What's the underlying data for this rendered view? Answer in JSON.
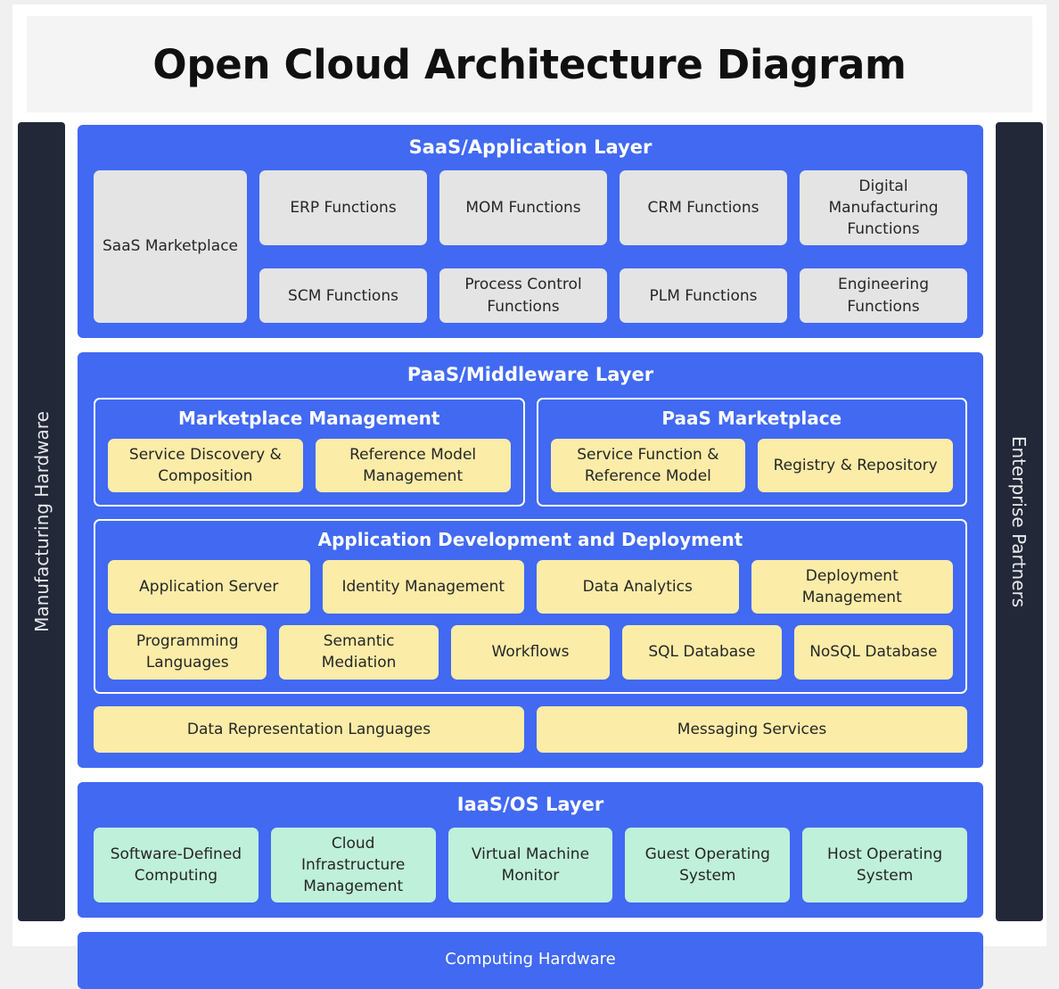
{
  "header": {
    "title": "Open Cloud Architecture Diagram"
  },
  "side_panels": {
    "left": {
      "label": "Manufacturing Hardware"
    },
    "right": {
      "label": "Enterprise Partners"
    }
  },
  "colors": {
    "layer_blue": "#4169f2",
    "tile_grey": "#e4e4e4",
    "tile_yellow": "#fbeca8",
    "tile_green": "#bff0d9",
    "side_panel_dark": "#222838",
    "page_background": "#f0f0f0",
    "header_background": "#f4f4f4"
  },
  "layers": {
    "saas": {
      "title": "SaaS/Application Layer",
      "marketplace": "SaaS Marketplace",
      "row1": [
        "ERP Functions",
        "MOM Functions",
        "CRM Functions",
        "Digital Manufacturing Functions"
      ],
      "row2": [
        "SCM Functions",
        "Process Control Functions",
        "PLM Functions",
        "Engineering Functions"
      ]
    },
    "paas": {
      "title": "PaaS/Middleware Layer",
      "marketplace_management": {
        "title": "Marketplace Management",
        "items": [
          "Service Discovery & Composition",
          "Reference Model Management"
        ]
      },
      "paas_marketplace": {
        "title": "PaaS Marketplace",
        "items": [
          "Service Function & Reference Model",
          "Registry & Repository"
        ]
      },
      "app_dev": {
        "title": "Application Development and Deployment",
        "row1": [
          "Application Server",
          "Identity Management",
          "Data Analytics",
          "Deployment Management"
        ],
        "row2": [
          "Programming Languages",
          "Semantic Mediation",
          "Workflows",
          "SQL Database",
          "NoSQL Database"
        ]
      },
      "bottom_row": [
        "Data Representation Languages",
        "Messaging Services"
      ]
    },
    "iaas": {
      "title": "IaaS/OS Layer",
      "items": [
        "Software-Defined Computing",
        "Cloud Infrastructure Management",
        "Virtual Machine Monitor",
        "Guest Operating System",
        "Host Operating System"
      ]
    },
    "hardware": {
      "title": "Computing Hardware"
    }
  }
}
